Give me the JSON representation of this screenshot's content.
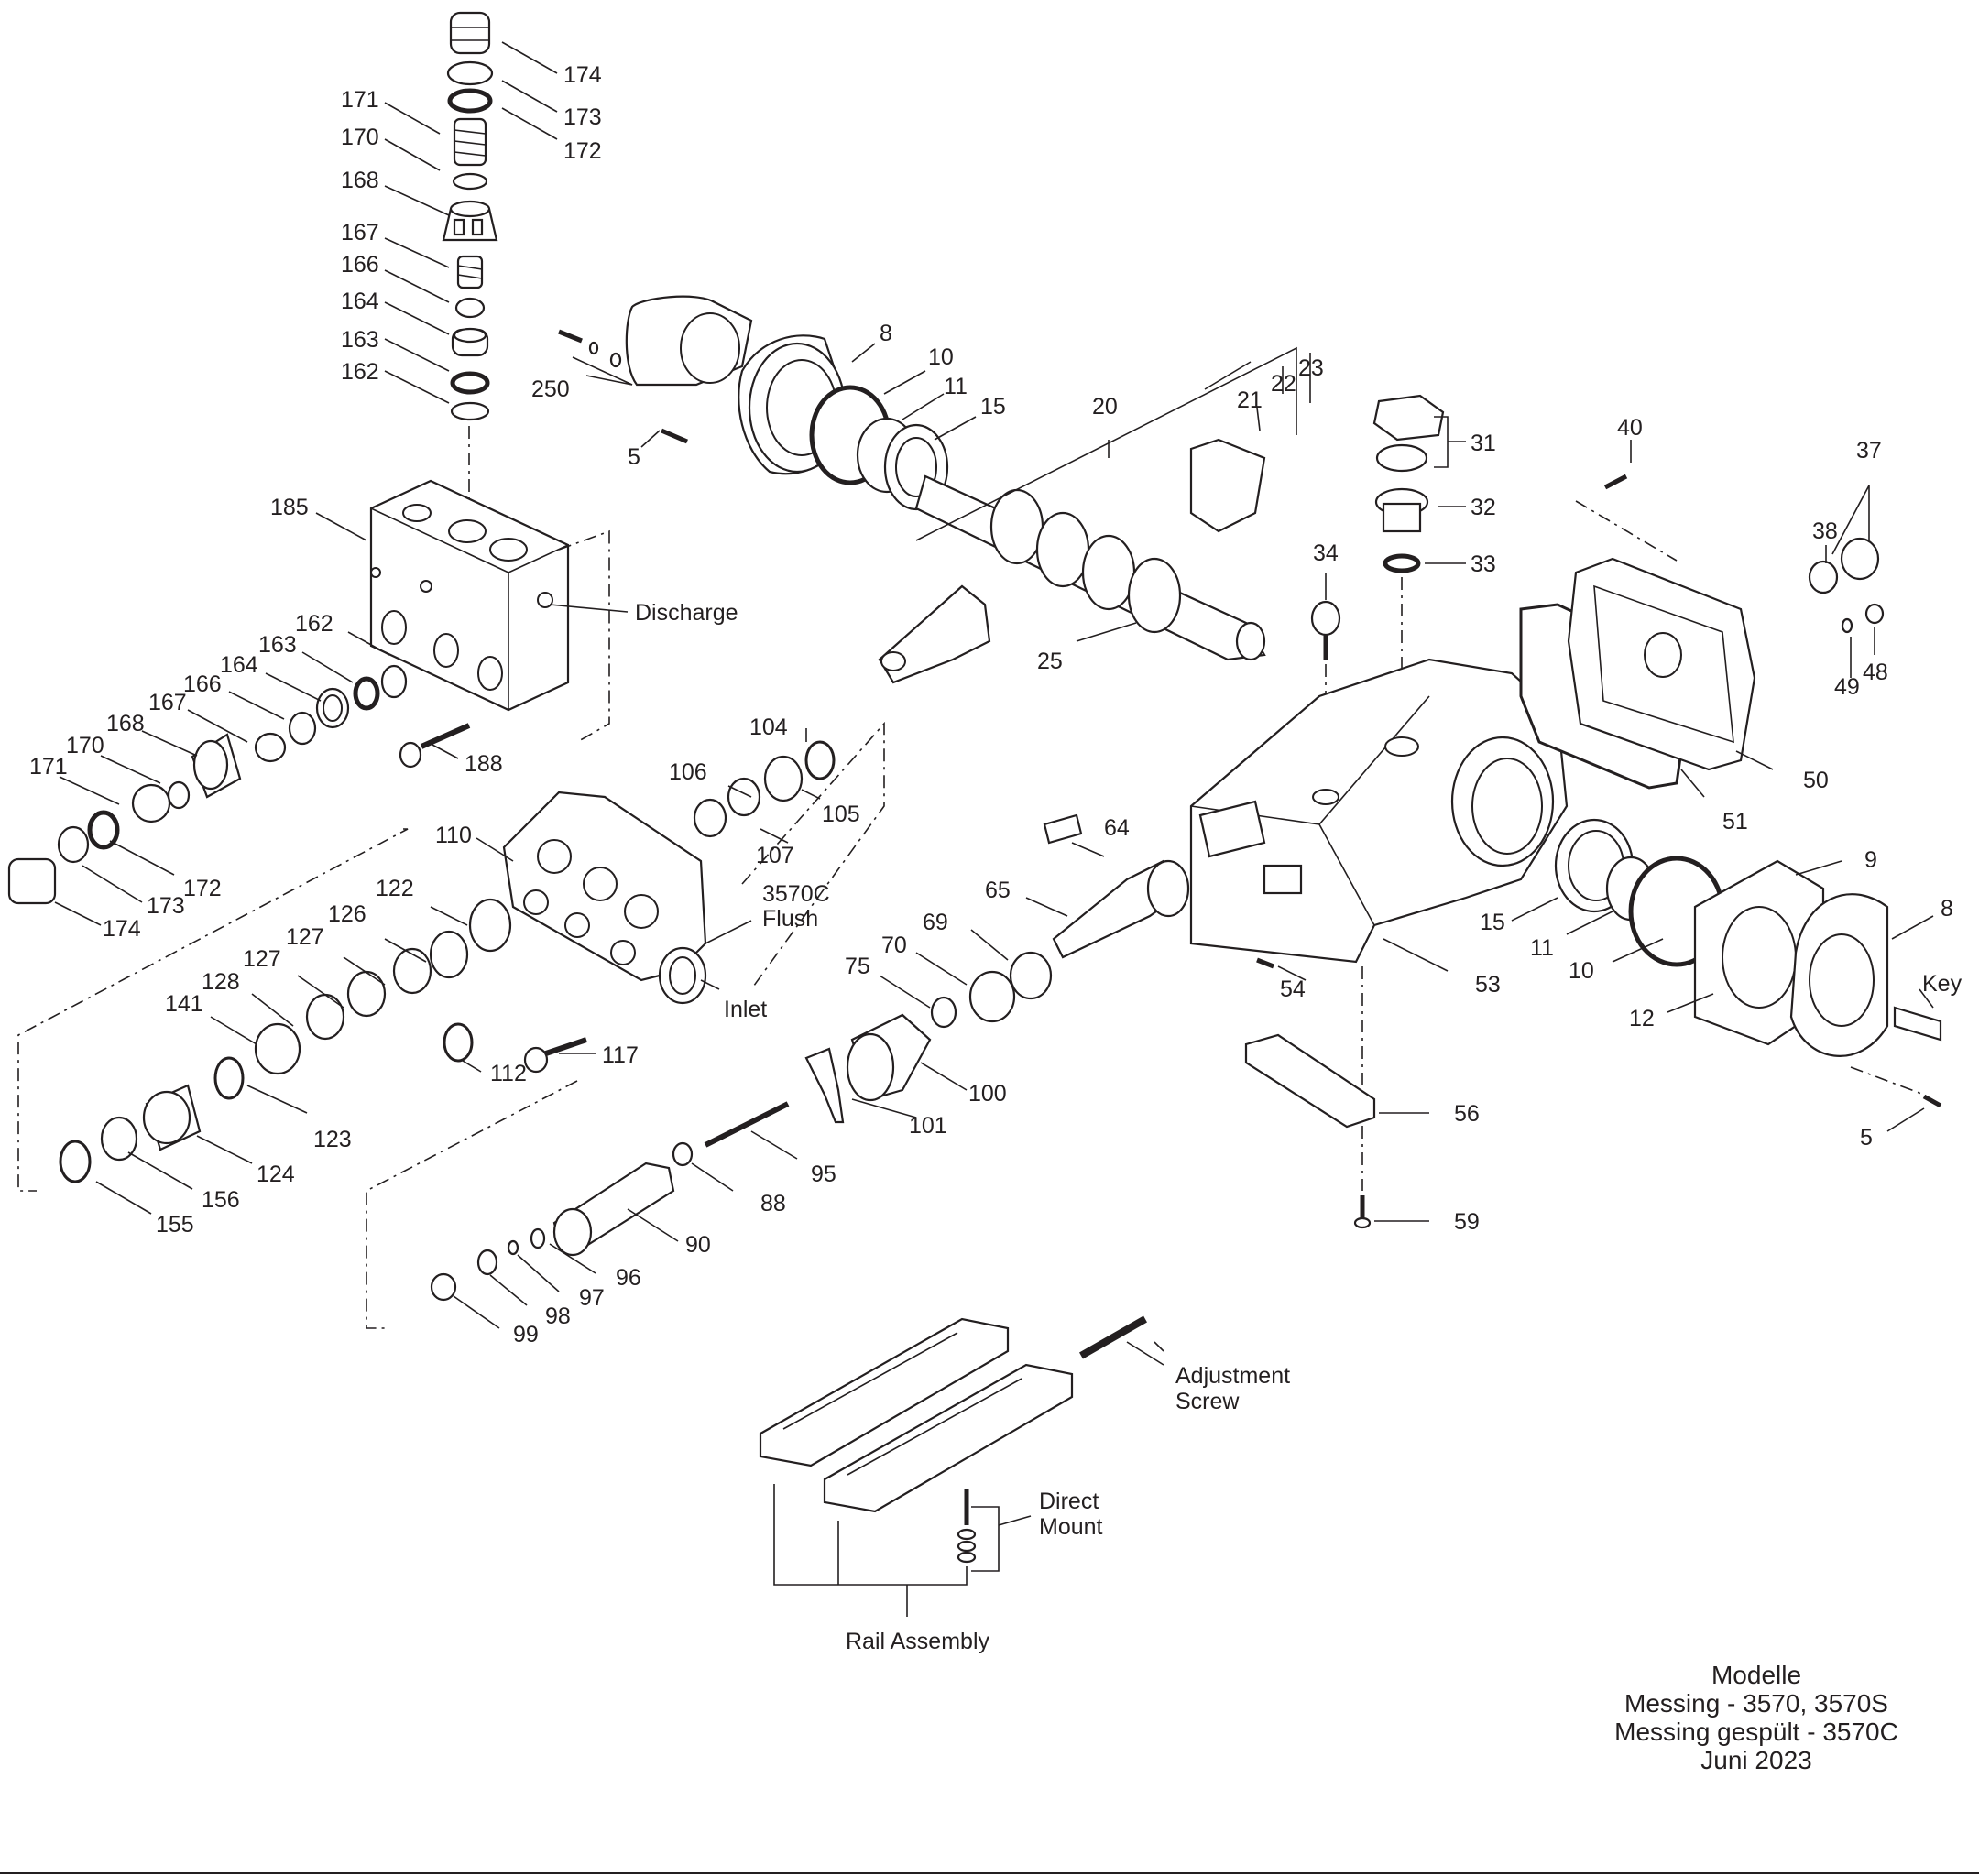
{
  "callouts": [
    {
      "id": "174-top",
      "text": "174"
    },
    {
      "id": "173-top",
      "text": "173"
    },
    {
      "id": "172-top",
      "text": "172"
    },
    {
      "id": "171-top",
      "text": "171"
    },
    {
      "id": "170-top",
      "text": "170"
    },
    {
      "id": "168-top",
      "text": "168"
    },
    {
      "id": "167-top",
      "text": "167"
    },
    {
      "id": "166-top",
      "text": "166"
    },
    {
      "id": "164-top",
      "text": "164"
    },
    {
      "id": "163-top",
      "text": "163"
    },
    {
      "id": "162-top",
      "text": "162"
    },
    {
      "id": "185",
      "text": "185"
    },
    {
      "id": "discharge",
      "text": "Discharge"
    },
    {
      "id": "162-side",
      "text": "162"
    },
    {
      "id": "163-side",
      "text": "163"
    },
    {
      "id": "164-side",
      "text": "164"
    },
    {
      "id": "166-side",
      "text": "166"
    },
    {
      "id": "167-side",
      "text": "167"
    },
    {
      "id": "168-side",
      "text": "168"
    },
    {
      "id": "170-side",
      "text": "170"
    },
    {
      "id": "171-side",
      "text": "171"
    },
    {
      "id": "172-side",
      "text": "172"
    },
    {
      "id": "173-side",
      "text": "173"
    },
    {
      "id": "174-side",
      "text": "174"
    },
    {
      "id": "188",
      "text": "188"
    },
    {
      "id": "250",
      "text": "250"
    },
    {
      "id": "5-left",
      "text": "5"
    },
    {
      "id": "8-left",
      "text": "8"
    },
    {
      "id": "10-left",
      "text": "10"
    },
    {
      "id": "11-left",
      "text": "11"
    },
    {
      "id": "15-left",
      "text": "15"
    },
    {
      "id": "20",
      "text": "20"
    },
    {
      "id": "21",
      "text": "21"
    },
    {
      "id": "22",
      "text": "22"
    },
    {
      "id": "23",
      "text": "23"
    },
    {
      "id": "25",
      "text": "25"
    },
    {
      "id": "31",
      "text": "31"
    },
    {
      "id": "32",
      "text": "32"
    },
    {
      "id": "33",
      "text": "33"
    },
    {
      "id": "34",
      "text": "34"
    },
    {
      "id": "40",
      "text": "40"
    },
    {
      "id": "37",
      "text": "37"
    },
    {
      "id": "38",
      "text": "38"
    },
    {
      "id": "49",
      "text": "49"
    },
    {
      "id": "48",
      "text": "48"
    },
    {
      "id": "50",
      "text": "50"
    },
    {
      "id": "51",
      "text": "51"
    },
    {
      "id": "104",
      "text": "104"
    },
    {
      "id": "106",
      "text": "106"
    },
    {
      "id": "105",
      "text": "105"
    },
    {
      "id": "107",
      "text": "107"
    },
    {
      "id": "110",
      "text": "110"
    },
    {
      "id": "3570c-1",
      "text": "3570C"
    },
    {
      "id": "flush",
      "text": "Flush"
    },
    {
      "id": "inlet",
      "text": "Inlet"
    },
    {
      "id": "122",
      "text": "122"
    },
    {
      "id": "126",
      "text": "126"
    },
    {
      "id": "127-a",
      "text": "127"
    },
    {
      "id": "127-b",
      "text": "127"
    },
    {
      "id": "128",
      "text": "128"
    },
    {
      "id": "141",
      "text": "141"
    },
    {
      "id": "123",
      "text": "123"
    },
    {
      "id": "124",
      "text": "124"
    },
    {
      "id": "156",
      "text": "156"
    },
    {
      "id": "155",
      "text": "155"
    },
    {
      "id": "112",
      "text": "112"
    },
    {
      "id": "117",
      "text": "117"
    },
    {
      "id": "64",
      "text": "64"
    },
    {
      "id": "65",
      "text": "65"
    },
    {
      "id": "69",
      "text": "69"
    },
    {
      "id": "70",
      "text": "70"
    },
    {
      "id": "75",
      "text": "75"
    },
    {
      "id": "100",
      "text": "100"
    },
    {
      "id": "101",
      "text": "101"
    },
    {
      "id": "95",
      "text": "95"
    },
    {
      "id": "88",
      "text": "88"
    },
    {
      "id": "90",
      "text": "90"
    },
    {
      "id": "96",
      "text": "96"
    },
    {
      "id": "97",
      "text": "97"
    },
    {
      "id": "98",
      "text": "98"
    },
    {
      "id": "99",
      "text": "99"
    },
    {
      "id": "54",
      "text": "54"
    },
    {
      "id": "53",
      "text": "53"
    },
    {
      "id": "56",
      "text": "56"
    },
    {
      "id": "59",
      "text": "59"
    },
    {
      "id": "15-right",
      "text": "15"
    },
    {
      "id": "11-right",
      "text": "11"
    },
    {
      "id": "10-right",
      "text": "10"
    },
    {
      "id": "9",
      "text": "9"
    },
    {
      "id": "8-right",
      "text": "8"
    },
    {
      "id": "key",
      "text": "Key"
    },
    {
      "id": "12",
      "text": "12"
    },
    {
      "id": "5-right",
      "text": "5"
    },
    {
      "id": "adj-1",
      "text": "Adjustment"
    },
    {
      "id": "adj-2",
      "text": "Screw"
    },
    {
      "id": "dm-1",
      "text": "Direct"
    },
    {
      "id": "dm-2",
      "text": "Mount"
    },
    {
      "id": "rail",
      "text": "Rail Assembly"
    }
  ],
  "footer": {
    "line1": "Modelle",
    "line2": "Messing - 3570, 3570S",
    "line3": "Messing gespült - 3570C",
    "line4": "Juni 2023"
  }
}
